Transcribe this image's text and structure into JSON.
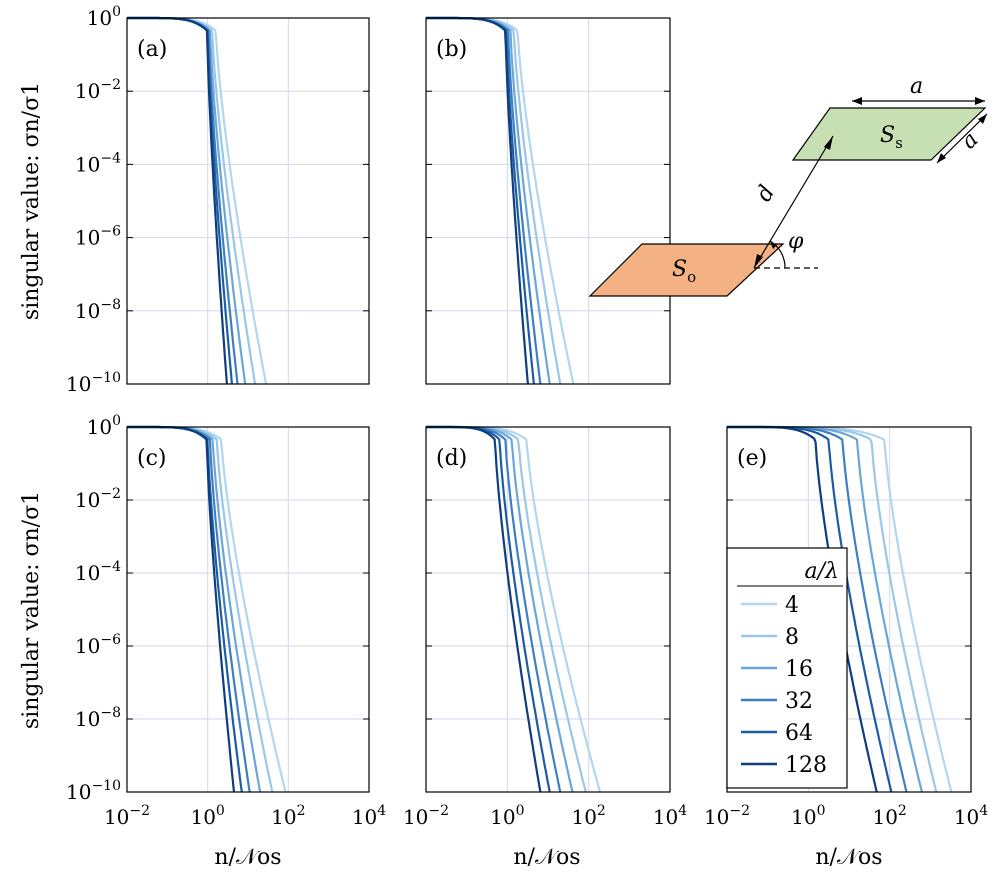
{
  "chart_data": {
    "type": "line",
    "y_axis_label": "singular value: σn/σ1",
    "x_axis_label": "n/𝒩os",
    "x_scale": "log",
    "y_scale": "log",
    "xlim": [
      0.01,
      10000
    ],
    "ylim": [
      1e-10,
      1
    ],
    "x_ticks": [
      "10−2",
      "100",
      "102",
      "104"
    ],
    "y_ticks": [
      "100",
      "10−2",
      "10−4",
      "10−6",
      "10−8",
      "10−10"
    ],
    "grid": true,
    "legend": {
      "title": "a/λ",
      "placement": "inside panel (e), lower-left",
      "entries": [
        "4",
        "8",
        "16",
        "32",
        "64",
        "128"
      ]
    },
    "series_colors": [
      "#b3d6ee",
      "#9ac7e8",
      "#6aa7d8",
      "#3e7fc1",
      "#1c5ca4",
      "#0e3e7e"
    ],
    "panels": [
      {
        "label": "(a)",
        "series": [
          {
            "name": "4",
            "knee": 1.6,
            "x_end": 28
          },
          {
            "name": "8",
            "knee": 1.3,
            "x_end": 15
          },
          {
            "name": "16",
            "knee": 1.15,
            "x_end": 8.5
          },
          {
            "name": "32",
            "knee": 1.05,
            "x_end": 5.5
          },
          {
            "name": "64",
            "knee": 1.0,
            "x_end": 4.0
          },
          {
            "name": "128",
            "knee": 0.97,
            "x_end": 3.0
          }
        ]
      },
      {
        "label": "(b)",
        "series": [
          {
            "name": "4",
            "knee": 1.8,
            "x_end": 42
          },
          {
            "name": "8",
            "knee": 1.45,
            "x_end": 20
          },
          {
            "name": "16",
            "knee": 1.2,
            "x_end": 11
          },
          {
            "name": "32",
            "knee": 1.05,
            "x_end": 6.5
          },
          {
            "name": "64",
            "knee": 0.95,
            "x_end": 4.5
          },
          {
            "name": "128",
            "knee": 0.9,
            "x_end": 3.2
          }
        ]
      },
      {
        "label": "(c)",
        "series": [
          {
            "name": "4",
            "knee": 2.2,
            "x_end": 85
          },
          {
            "name": "8",
            "knee": 1.7,
            "x_end": 40
          },
          {
            "name": "16",
            "knee": 1.35,
            "x_end": 20
          },
          {
            "name": "32",
            "knee": 1.15,
            "x_end": 11
          },
          {
            "name": "64",
            "knee": 1.0,
            "x_end": 7
          },
          {
            "name": "128",
            "knee": 0.95,
            "x_end": 4.5
          }
        ]
      },
      {
        "label": "(d)",
        "series": [
          {
            "name": "4",
            "knee": 3.0,
            "x_end": 190
          },
          {
            "name": "8",
            "knee": 1.9,
            "x_end": 85
          },
          {
            "name": "16",
            "knee": 1.3,
            "x_end": 40
          },
          {
            "name": "32",
            "knee": 0.9,
            "x_end": 20
          },
          {
            "name": "64",
            "knee": 0.65,
            "x_end": 11
          },
          {
            "name": "128",
            "knee": 0.5,
            "x_end": 6.5
          }
        ]
      },
      {
        "label": "(e)",
        "series": [
          {
            "name": "4",
            "knee": 75,
            "x_end": 3300
          },
          {
            "name": "8",
            "knee": 36,
            "x_end": 1400
          },
          {
            "name": "16",
            "knee": 16,
            "x_end": 620
          },
          {
            "name": "32",
            "knee": 7,
            "x_end": 260
          },
          {
            "name": "64",
            "knee": 3.2,
            "x_end": 110
          },
          {
            "name": "128",
            "knee": 1.5,
            "x_end": 48
          }
        ]
      }
    ]
  },
  "diagram": {
    "source_label_main": "S",
    "source_label_sub": "s",
    "observation_label_main": "S",
    "observation_label_sub": "o",
    "distance_label": "d",
    "angle_label": "φ",
    "side_label_top": "a",
    "side_label_right": "a",
    "source_fill": "#c6e0b4",
    "observation_fill": "#f4b183"
  }
}
